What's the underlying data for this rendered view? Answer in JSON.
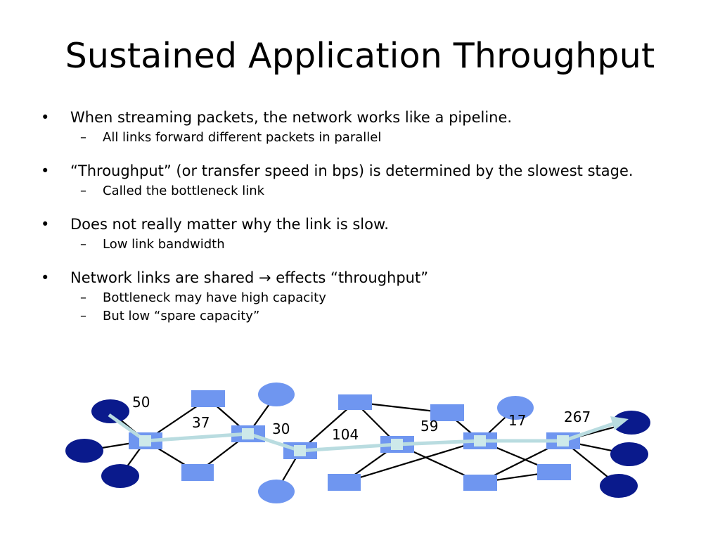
{
  "slide": {
    "title": "Sustained Application Throughput",
    "bullets": [
      {
        "text": "When streaming packets, the network works like a pipeline.",
        "subs": [
          "All links forward different packets in parallel"
        ]
      },
      {
        "text": "“Throughput” (or transfer speed in bps) is determined by the slowest stage.",
        "subs": [
          "Called the bottleneck link"
        ]
      },
      {
        "text": "Does not really matter why the link is slow.",
        "subs": [
          "Low link bandwidth"
        ]
      },
      {
        "text": "Network links are shared → effects “throughput”",
        "subs": [
          "Bottleneck may have high capacity",
          "But low “spare capacity”"
        ]
      }
    ],
    "bullet_glyph": "•",
    "sub_glyph": "–"
  },
  "diagram": {
    "link_labels": [
      "50",
      "37",
      "30",
      "104",
      "59",
      "17",
      "267"
    ],
    "colors": {
      "router": "#6f96f0",
      "host_dark": "#0a1a8c",
      "host_light": "#6f96f0",
      "path": "#b9dce0",
      "path_node": "#cde9ea",
      "line": "#000000"
    }
  }
}
